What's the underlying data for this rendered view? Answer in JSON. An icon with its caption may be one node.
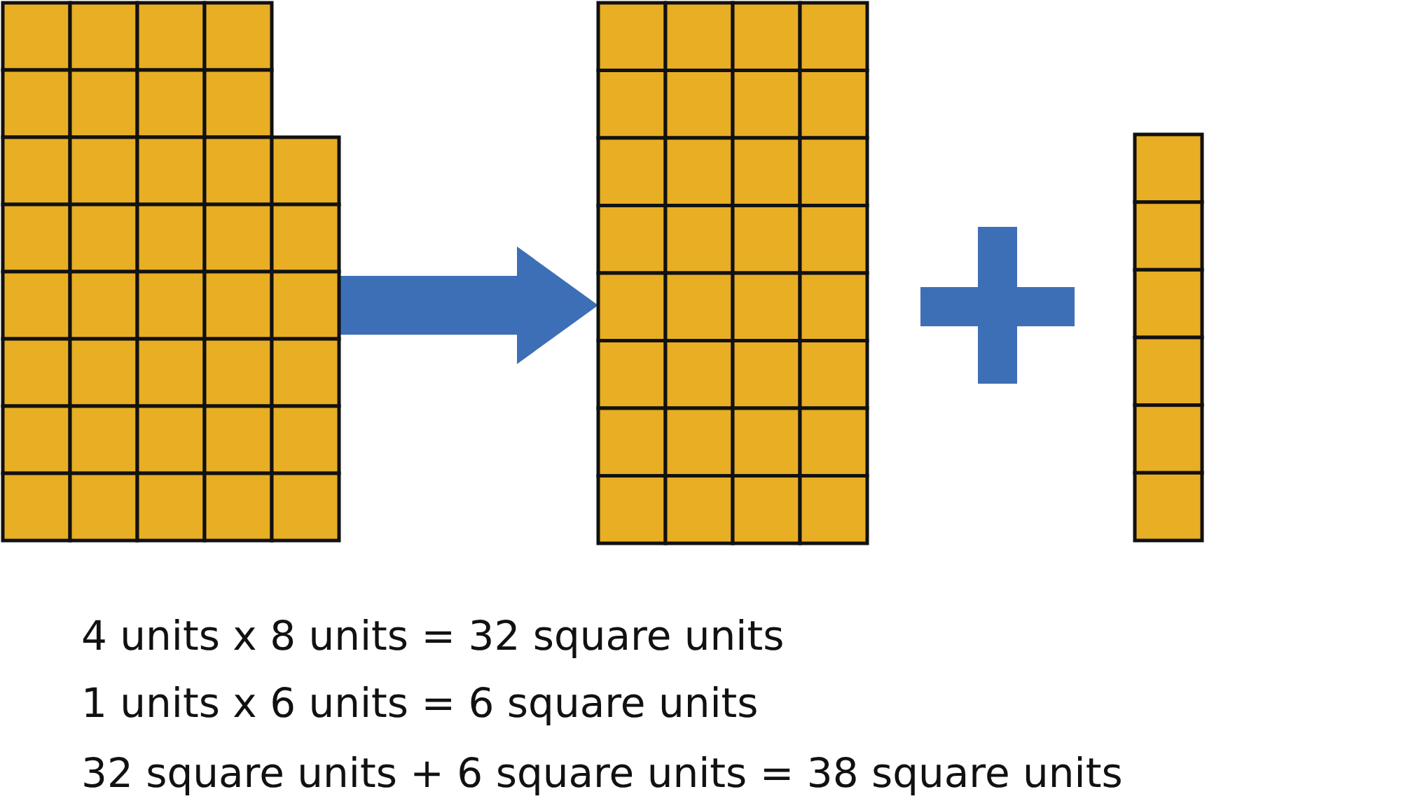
{
  "diagram": {
    "nodes": [
      {
        "text": [],
        "shape": "grid"
      },
      {
        "text": [],
        "shape": "grid"
      },
      {
        "text": [],
        "shape": "grid"
      }
    ],
    "edges": [
      {
        "from": 0,
        "to": 1,
        "arrow": "to"
      }
    ],
    "labels": [
      "4 units x 8 units = 32 square units",
      "1 units x 6 units = 6 square units",
      "32 square units + 6 square units = 38 square units"
    ]
  }
}
